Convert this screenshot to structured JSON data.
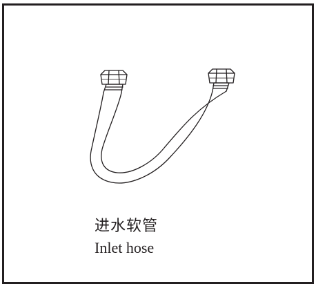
{
  "item": {
    "name_cn": "进水软管",
    "name_en": "Inlet hose",
    "icon": "u-shaped-hose-with-hex-nut-fittings"
  },
  "colors": {
    "line": "#231f20",
    "background": "#ffffff"
  }
}
